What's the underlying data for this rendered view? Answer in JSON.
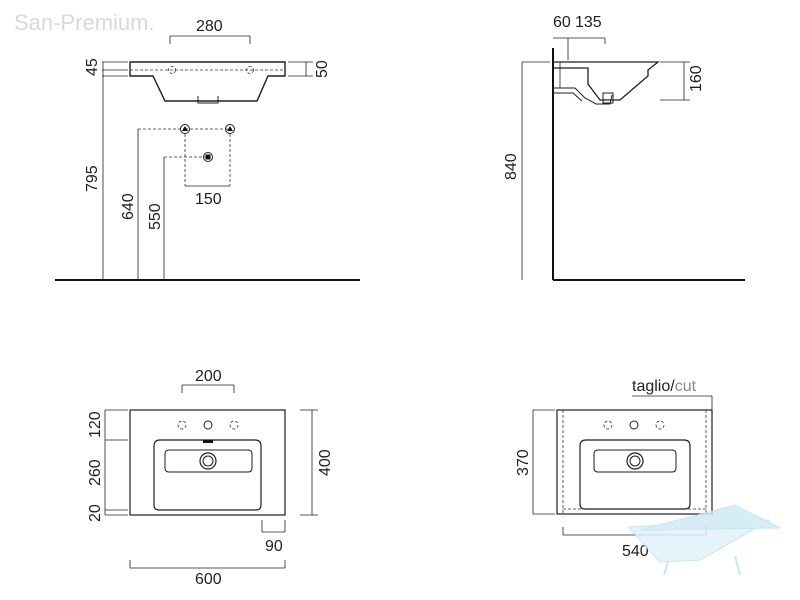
{
  "watermark": {
    "text": "San-Premium."
  },
  "front_view": {
    "width_top": "280",
    "rim_height": "45",
    "rim_thickness": "50",
    "overall_height": "795",
    "supply_height": "640",
    "drain_height": "550",
    "supply_spacing": "150"
  },
  "side_view": {
    "wall_gap": "60",
    "rim_depth": "135",
    "basin_depth": "160",
    "overall_height": "840"
  },
  "top_view": {
    "tap_spacing": "200",
    "back_depth": "120",
    "bowl_depth": "260",
    "front_depth": "20",
    "overall_depth": "400",
    "side_margin": "90",
    "overall_width": "600"
  },
  "cut_view": {
    "cut_label_main": "taglio/",
    "cut_label_alt": "cut",
    "cut_depth": "370",
    "cut_width": "540"
  },
  "colors": {
    "line": "#1f1f1f",
    "watermark": "#d9d9d9",
    "logo": "#bfe1f2",
    "cut_label_alt": "#8a8a8a"
  }
}
